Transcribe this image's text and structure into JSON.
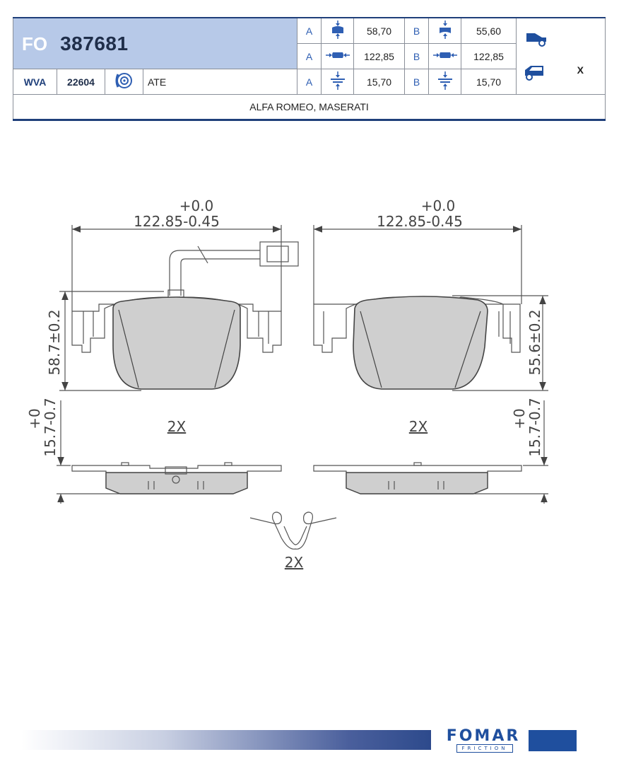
{
  "header": {
    "fo_label": "FO",
    "fo_number": "387681",
    "wva_label": "WVA",
    "wva_number": "22604",
    "manufacturer": "ATE",
    "row1": {
      "a_label": "A",
      "a_value": "58,70",
      "b_label": "B",
      "b_value": "55,60"
    },
    "row2": {
      "a_label": "A",
      "a_value": "122,85",
      "b_label": "B",
      "b_value": "122,85"
    },
    "row3": {
      "a_label": "A",
      "a_value": "15,70",
      "b_label": "B",
      "b_value": "15,70"
    },
    "x_mark": "X",
    "application": "ALFA ROMEO, MASERATI"
  },
  "icons": {
    "height": "pad-height-icon",
    "length": "pad-length-icon",
    "thickness": "pad-thickness-icon",
    "disc": "brake-disc-icon",
    "front_car": "car-front-axle-icon",
    "rear_car": "car-rear-axle-icon"
  },
  "drawing": {
    "left_width_upper": "+0.0",
    "left_width_lower": "122.85-0.45",
    "right_width_upper": "+0.0",
    "right_width_lower": "122.85-0.45",
    "left_height": "58.7±0.2",
    "right_height": "55.6±0.2",
    "left_thickness": "15.7-0.7",
    "left_thickness_plus": "+0",
    "right_thickness": "15.7-0.7",
    "right_thickness_plus": "+0",
    "left_qty": "2X",
    "right_qty": "2X",
    "spring_qty": "2X"
  },
  "footer": {
    "brand": "FOMAR",
    "sub": "FRICTION"
  },
  "colors": {
    "brand_blue": "#1f4f9e",
    "header_fill": "#b7c9e8",
    "icon_blue": "#2f5fb3"
  }
}
